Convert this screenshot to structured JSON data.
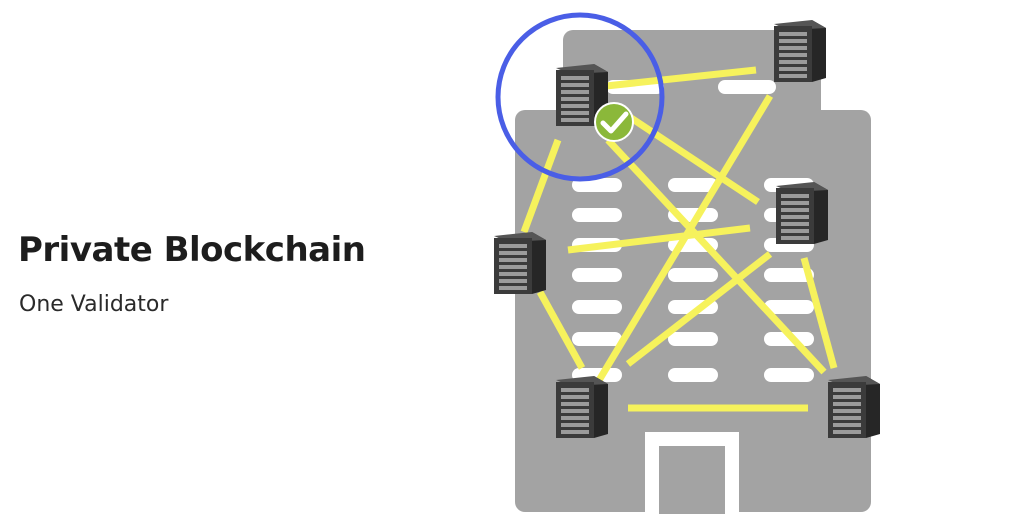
{
  "title": "Private Blockchain",
  "subtitle": "One Validator",
  "colors": {
    "building": "#a3a3a3",
    "window": "#ffffff",
    "connection": "#f6f25c",
    "validator_ring": "#4a5ee6",
    "check_badge": "#8bb83a",
    "server_front": "#3b3b3b",
    "server_side": "#262626",
    "server_slot": "#9b9b9b"
  },
  "icons": {
    "server": "server-icon",
    "validator_check": "check-badge-icon"
  },
  "nodes": [
    {
      "id": "validator",
      "role": "validator"
    },
    {
      "id": "top-right",
      "role": "node"
    },
    {
      "id": "mid-right",
      "role": "node"
    },
    {
      "id": "left",
      "role": "node"
    },
    {
      "id": "bottom-left",
      "role": "node"
    },
    {
      "id": "bottom-right",
      "role": "node"
    }
  ],
  "connections": [
    [
      "validator",
      "top-right"
    ],
    [
      "validator",
      "mid-right"
    ],
    [
      "validator",
      "bottom-right"
    ],
    [
      "validator",
      "left"
    ],
    [
      "top-right",
      "bottom-left"
    ],
    [
      "left",
      "mid-right"
    ],
    [
      "left",
      "bottom-left"
    ],
    [
      "mid-right",
      "bottom-right"
    ],
    [
      "bottom-left",
      "bottom-right"
    ],
    [
      "bottom-left",
      "mid-right"
    ]
  ]
}
